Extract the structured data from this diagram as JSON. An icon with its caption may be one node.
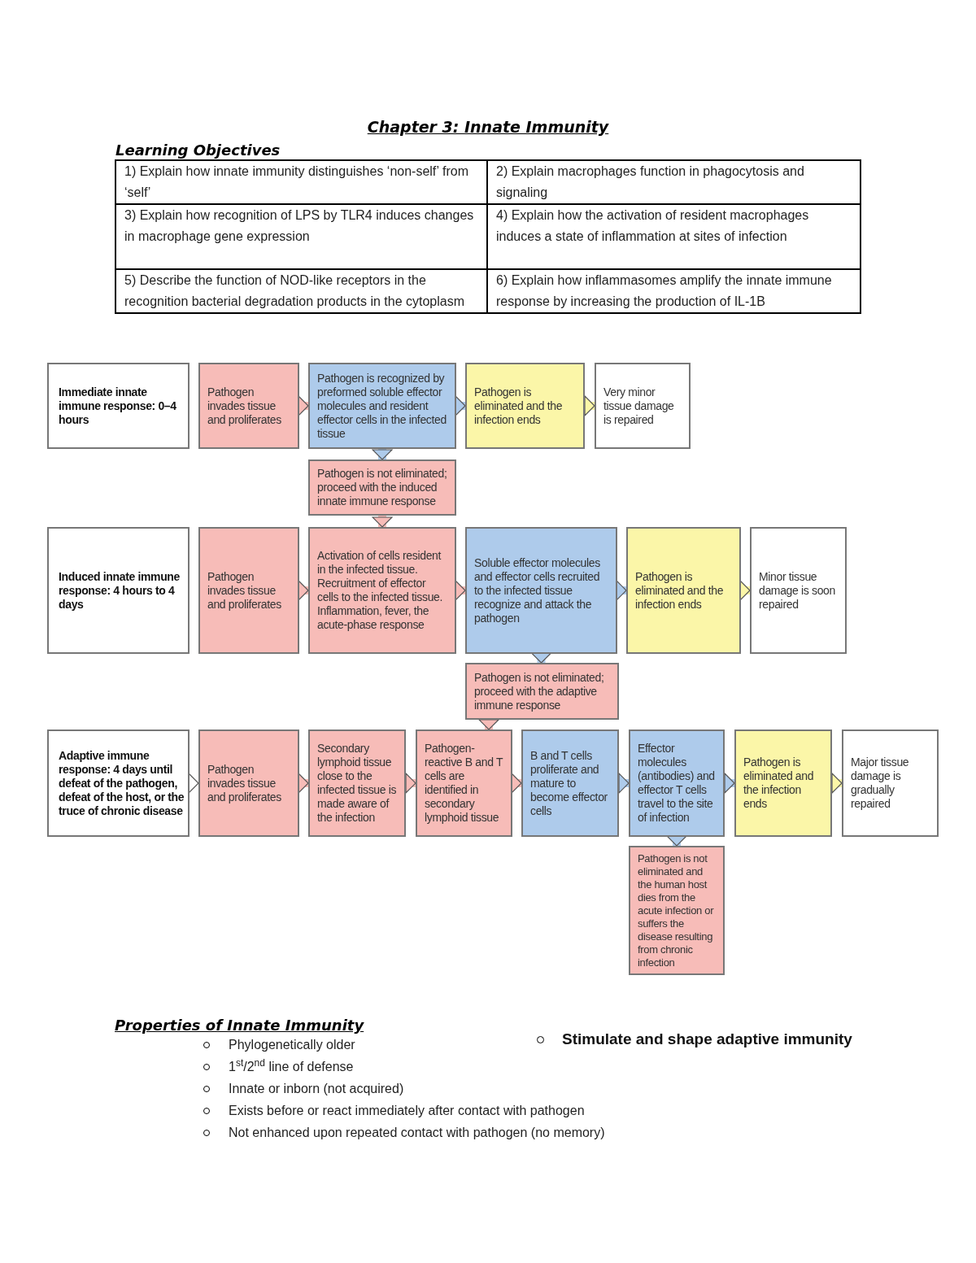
{
  "diagram": {
    "title": "Chapter 3: Innate Immunity",
    "nodes": [
      {
        "text": [
          "Immediate innate immune response: 0–4 hours"
        ]
      },
      {
        "text": [
          "Pathogen invades tissue and proliferates"
        ]
      },
      {
        "text": [
          "Pathogen is recognized by preformed soluble effector molecules and resident effector cells in the infected tissue"
        ]
      },
      {
        "text": [
          "Pathogen is eliminated and the infection ends"
        ]
      },
      {
        "text": [
          "Very minor tissue damage is repaired"
        ]
      },
      {
        "text": [
          "Pathogen is not eliminated; proceed with the induced innate immune response"
        ]
      },
      {
        "text": [
          "Induced innate immune response: 4 hours to 4 days"
        ]
      },
      {
        "text": [
          "Pathogen invades tissue and proliferates"
        ]
      },
      {
        "text": [
          "Activation of cells resident in the infected tissue. Recruitment of effector cells to the infected tissue. Inflammation, fever, the acute-phase response"
        ]
      },
      {
        "text": [
          "Soluble effector molecules and effector cells recruited to the infected tissue recognize and attack the pathogen"
        ]
      },
      {
        "text": [
          "Pathogen is eliminated and the infection ends"
        ]
      },
      {
        "text": [
          "Minor tissue damage is soon repaired"
        ]
      },
      {
        "text": [
          "Pathogen is not eliminated; proceed with the adaptive immune response"
        ]
      },
      {
        "text": [
          "Adaptive immune response: 4 days until defeat of the pathogen, defeat of the host, or the truce of chronic disease"
        ]
      },
      {
        "text": [
          "Pathogen invades tissue and proliferates"
        ]
      },
      {
        "text": [
          "Secondary lymphoid tissue close to the infected tissue is made aware of the infection"
        ]
      },
      {
        "text": [
          "Pathogen-reactive B and T cells are identified in secondary lymphoid tissue"
        ]
      },
      {
        "text": [
          "B and T cells proliferate and mature to become effector cells"
        ]
      },
      {
        "text": [
          "Effector molecules (antibodies) and effector T cells travel to the site of infection"
        ]
      },
      {
        "text": [
          "Pathogen is eliminated and the infection ends"
        ]
      },
      {
        "text": [
          "Major tissue damage is gradually repaired"
        ]
      },
      {
        "text": [
          "Pathogen is not eliminated and the human host dies from the acute infection or suffers the disease resulting from chronic infection"
        ]
      }
    ],
    "edges": [
      {
        "from": 1,
        "to": 2,
        "arrow": "to"
      },
      {
        "from": 2,
        "to": 3,
        "arrow": "to"
      },
      {
        "from": 3,
        "to": 4,
        "arrow": "to"
      },
      {
        "from": 2,
        "to": 5,
        "arrow": "to"
      },
      {
        "from": 5,
        "to": 8,
        "arrow": "to"
      },
      {
        "from": 7,
        "to": 8,
        "arrow": "to"
      },
      {
        "from": 8,
        "to": 9,
        "arrow": "to"
      },
      {
        "from": 9,
        "to": 10,
        "arrow": "to"
      },
      {
        "from": 10,
        "to": 11,
        "arrow": "to"
      },
      {
        "from": 9,
        "to": 12,
        "arrow": "to"
      },
      {
        "from": 12,
        "to": 16,
        "arrow": "to"
      },
      {
        "from": 13,
        "to": 14,
        "arrow": "to"
      },
      {
        "from": 14,
        "to": 15,
        "arrow": "to"
      },
      {
        "from": 15,
        "to": 16,
        "arrow": "to"
      },
      {
        "from": 16,
        "to": 17,
        "arrow": "to"
      },
      {
        "from": 17,
        "to": 18,
        "arrow": "to"
      },
      {
        "from": 18,
        "to": 19,
        "arrow": "to"
      },
      {
        "from": 19,
        "to": 20,
        "arrow": "to"
      },
      {
        "from": 18,
        "to": 21,
        "arrow": "to"
      }
    ],
    "labels": [
      "Learning Objectives",
      "1) Explain how innate immunity distinguishes ‘non-self’ from ‘self’",
      "2) Explain macrophages function in phagocytosis and signaling",
      "3) Explain how recognition of LPS by TLR4 induces changes in macrophage gene expression",
      "4) Explain how the activation of resident macrophages induces a state of inflammation at sites of infection",
      "5) Describe the function of NOD-like receptors in the recognition bacterial degradation products in the cytoplasm",
      "6) Explain how inflammasomes amplify the innate immune response by increasing the production of IL-1B",
      "Properties of Innate Immunity",
      "Phylogenetically older",
      "1$^{st}$/2$^{nd}$ line of defense",
      "Innate or inborn (not acquired)",
      "Exists before or react immediately after contact with pathogen",
      "Not enhanced upon repeated contact with pathogen (no memory)",
      "Stimulate and shape adaptive immunity"
    ]
  }
}
